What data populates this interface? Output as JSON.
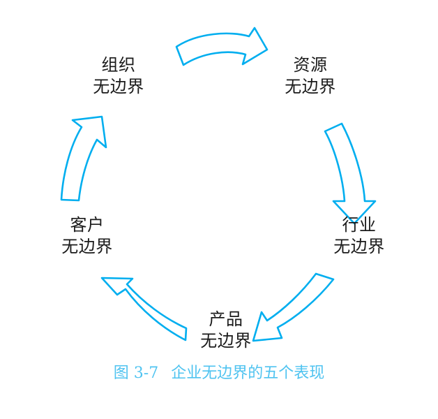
{
  "figure": {
    "caption_number": "图 3-7",
    "caption_title": "企业无边界的五个表现",
    "caption_color": "#4FC3F0",
    "arrow_color": "#00AEEF",
    "label_color": "#1a1a1a",
    "background": "#ffffff"
  },
  "diagram": {
    "type": "cycle",
    "direction": "clockwise",
    "node_count": 5,
    "nodes": [
      {
        "id": "organization",
        "line1": "组织",
        "line2": "无边界",
        "position": "top-left"
      },
      {
        "id": "resource",
        "line1": "资源",
        "line2": "无边界",
        "position": "top-right"
      },
      {
        "id": "industry",
        "line1": "行业",
        "line2": "无边界",
        "position": "right"
      },
      {
        "id": "product",
        "line1": "产品",
        "line2": "无边界",
        "position": "bottom"
      },
      {
        "id": "customer",
        "line1": "客户",
        "line2": "无边界",
        "position": "left"
      }
    ],
    "arrows": [
      {
        "id": "arrow-organization-to-resource",
        "from": "organization",
        "to": "resource",
        "direction": "right"
      },
      {
        "id": "arrow-resource-to-industry",
        "from": "resource",
        "to": "industry",
        "direction": "down"
      },
      {
        "id": "arrow-industry-to-product",
        "from": "industry",
        "to": "product",
        "direction": "down-left"
      },
      {
        "id": "arrow-product-to-customer",
        "from": "product",
        "to": "customer",
        "direction": "up-left"
      },
      {
        "id": "arrow-customer-to-organization",
        "from": "customer",
        "to": "organization",
        "direction": "up"
      }
    ]
  }
}
